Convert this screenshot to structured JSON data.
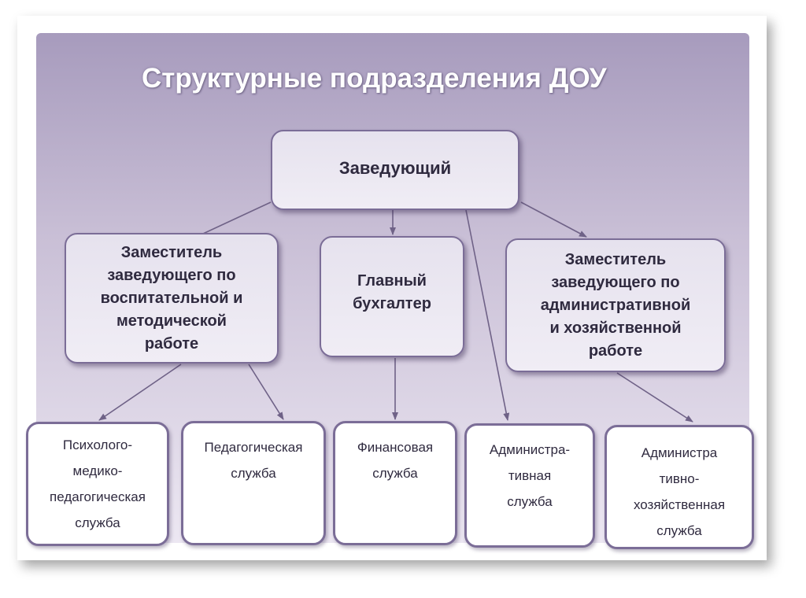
{
  "title": "Структурные подразделения ДОУ",
  "boxes": {
    "head": "Заведующий",
    "deputy_edu": "Заместитель\nзаведующего по\nвоспитательной и\nметодической\nработе",
    "chief_accountant": "Главный\nбухгалтер",
    "deputy_admin": "Заместитель\nзаведующего по\nадминистративной\nи хозяйственной\nработе",
    "psych_service": "Психолого-\nмедико-\nпедагогическая\nслужба",
    "ped_service": "Педагогическая\nслужба",
    "fin_service": "Финансовая\nслужба",
    "admin_service": "Администра-\nтивная\nслужба",
    "admin_econ_service": "Администра\nтивно-\nхозяйственная\nслужба"
  },
  "colors": {
    "background_top": "#a79bbd",
    "background_bottom": "#ece7f2",
    "border": "#7b6d97",
    "text": "#2f2a3f",
    "title": "#ffffff"
  }
}
